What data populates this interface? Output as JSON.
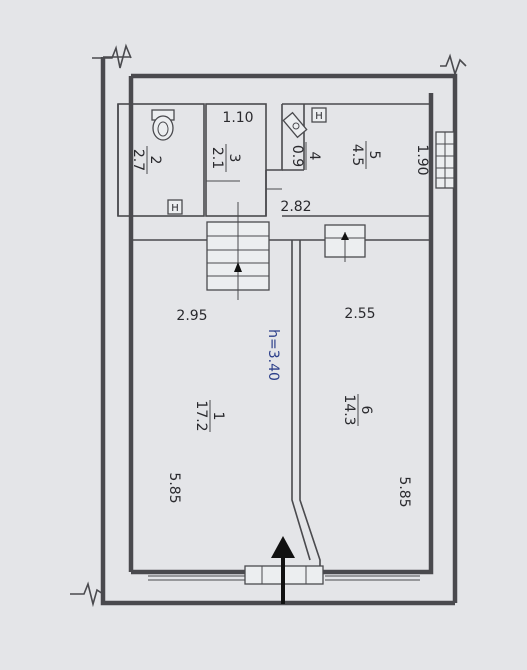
{
  "plan": {
    "dimensions": {
      "wc_width": "1.10",
      "small_rooms_width": "2.82",
      "room5_depth": "1.90",
      "left_hall_width": "2.95",
      "right_hall_width": "2.55",
      "left_hall_depth": "5.85",
      "right_hall_depth": "5.85",
      "ceiling_height": "h=3.40"
    },
    "rooms": [
      {
        "number": "1",
        "area": "17.2"
      },
      {
        "number": "2",
        "area": "2.7"
      },
      {
        "number": "3",
        "area": "2.1"
      },
      {
        "number": "4",
        "area": "0.9"
      },
      {
        "number": "5",
        "area": "4.5"
      },
      {
        "number": "6",
        "area": "14.3"
      }
    ],
    "fixture_marks": {
      "boiler_left": "H",
      "boiler_right": "H"
    },
    "accent_color": "#2c3f8a"
  }
}
